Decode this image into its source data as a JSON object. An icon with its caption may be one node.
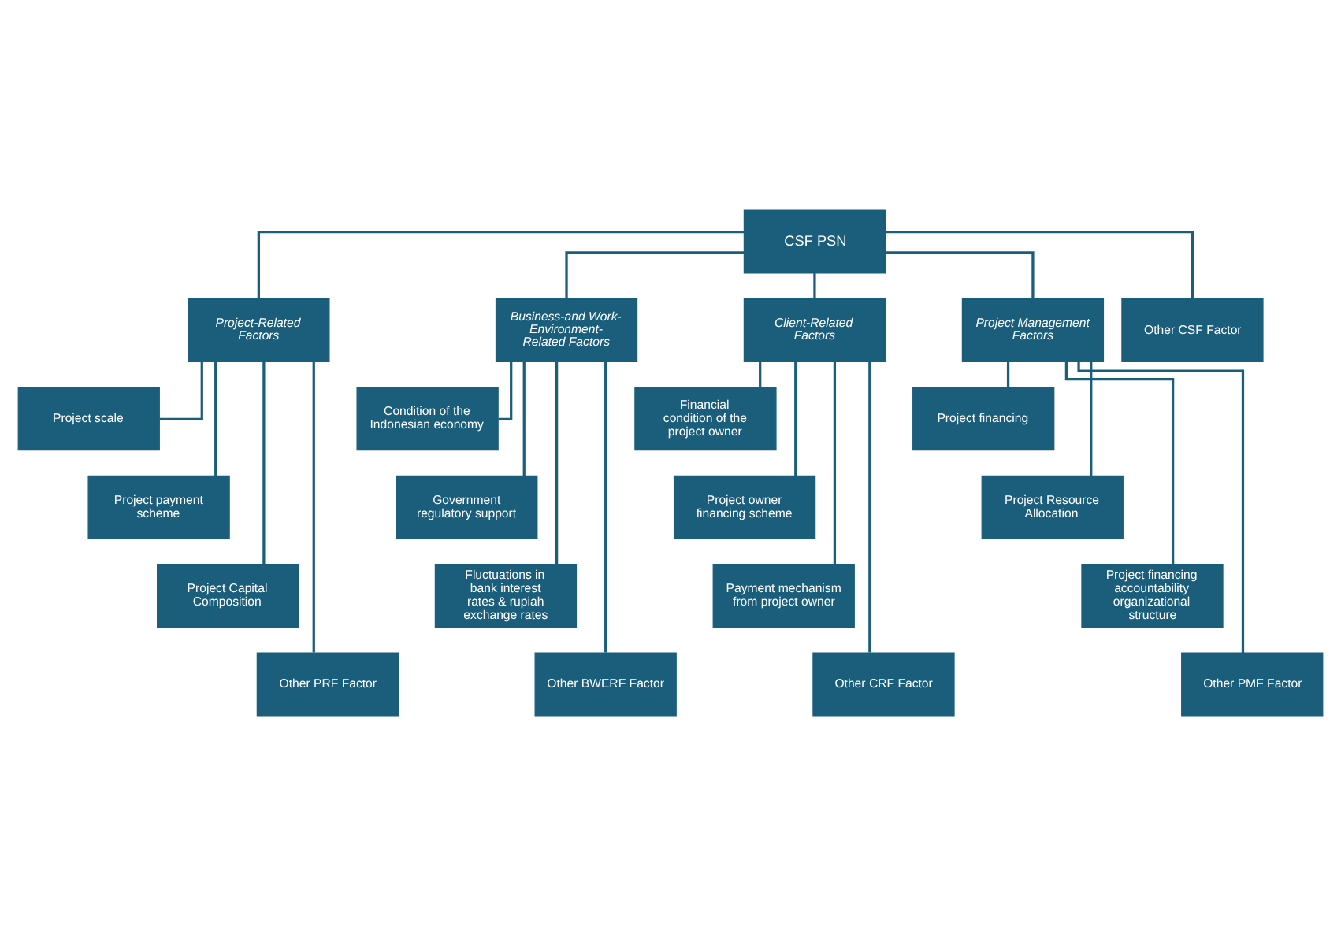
{
  "diagram": {
    "nodes": [
      {
        "text": [
          "CSF PSN"
        ]
      },
      {
        "text": [
          "Project-Related Factors"
        ]
      },
      {
        "text": [
          "Business-and Work-Environment-Related Factors"
        ]
      },
      {
        "text": [
          "Client-Related Factors"
        ]
      },
      {
        "text": [
          "Project Management Factors"
        ]
      },
      {
        "text": [
          "Other CSF Factor"
        ]
      },
      {
        "text": [
          "Project scale"
        ]
      },
      {
        "text": [
          "Project payment scheme"
        ]
      },
      {
        "text": [
          "Project Capital Composition"
        ]
      },
      {
        "text": [
          "Other PRF Factor"
        ]
      },
      {
        "text": [
          "Condition of the Indonesian economy"
        ]
      },
      {
        "text": [
          "Government regulatory support"
        ]
      },
      {
        "text": [
          "Fluctuations in bank interest rates & rupiah exchange rates"
        ]
      },
      {
        "text": [
          "Other BWERF Factor"
        ]
      },
      {
        "text": [
          "Financial condition of the project owner"
        ]
      },
      {
        "text": [
          "Project owner financing scheme"
        ]
      },
      {
        "text": [
          "Payment mechanism from project owner"
        ]
      },
      {
        "text": [
          "Other CRF Factor"
        ]
      },
      {
        "text": [
          "Project financing"
        ]
      },
      {
        "text": [
          "Project Resource Allocation"
        ]
      },
      {
        "text": [
          "Project financing accountability organizational structure"
        ]
      },
      {
        "text": [
          "Other PMF Factor"
        ]
      }
    ],
    "edges": [
      {
        "from": 0,
        "to": 1,
        "arrow": "none"
      },
      {
        "from": 0,
        "to": 2,
        "arrow": "none"
      },
      {
        "from": 0,
        "to": 3,
        "arrow": "none"
      },
      {
        "from": 0,
        "to": 4,
        "arrow": "none"
      },
      {
        "from": 0,
        "to": 5,
        "arrow": "none"
      },
      {
        "from": 1,
        "to": 6,
        "arrow": "none"
      },
      {
        "from": 1,
        "to": 7,
        "arrow": "none"
      },
      {
        "from": 1,
        "to": 8,
        "arrow": "none"
      },
      {
        "from": 1,
        "to": 9,
        "arrow": "none"
      },
      {
        "from": 2,
        "to": 10,
        "arrow": "none"
      },
      {
        "from": 2,
        "to": 11,
        "arrow": "none"
      },
      {
        "from": 2,
        "to": 12,
        "arrow": "none"
      },
      {
        "from": 2,
        "to": 13,
        "arrow": "none"
      },
      {
        "from": 3,
        "to": 14,
        "arrow": "none"
      },
      {
        "from": 3,
        "to": 15,
        "arrow": "none"
      },
      {
        "from": 3,
        "to": 16,
        "arrow": "none"
      },
      {
        "from": 3,
        "to": 17,
        "arrow": "none"
      },
      {
        "from": 4,
        "to": 18,
        "arrow": "none"
      },
      {
        "from": 4,
        "to": 19,
        "arrow": "none"
      },
      {
        "from": 4,
        "to": 20,
        "arrow": "none"
      },
      {
        "from": 4,
        "to": 21,
        "arrow": "none"
      }
    ]
  }
}
